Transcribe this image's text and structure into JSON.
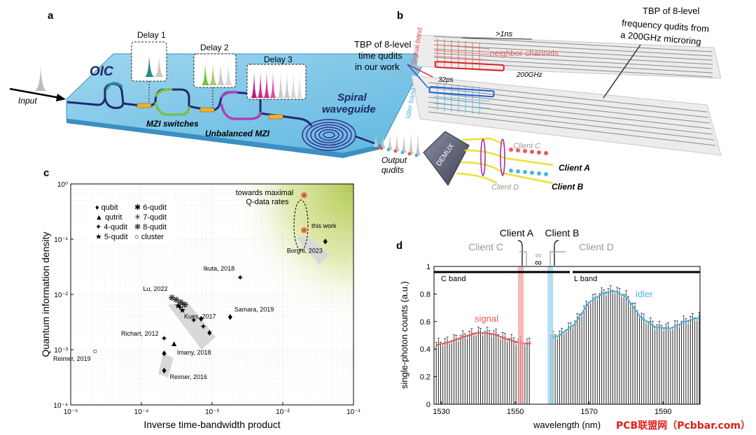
{
  "panel_a": {
    "letter": "a",
    "input_label": "Input",
    "chip_label": "OIC",
    "delay_labels": [
      "Delay 1",
      "Delay 2",
      "Delay 3"
    ],
    "mzi_switches": "MZI switches",
    "unbalanced_mzi": "Unbalanced MZI",
    "spiral_line1": "Spiral",
    "spiral_line2": "waveguide",
    "output_line1": "Output",
    "output_line2": "qudits",
    "demux": "DEMUX",
    "clients": [
      "Client C",
      "Client A",
      "Client B",
      "Client D"
    ]
  },
  "panel_b": {
    "letter": "b",
    "ours_line1": "TBP of 8-level",
    "ours_line2": "time qudits",
    "ours_line3": "in our work",
    "micro_line1": "TBP of 8-level",
    "micro_line2": "frequency qudits from",
    "micro_line3": "a 200GHz microring",
    "signal_band": "Signal band",
    "idler_band": "Idler band",
    "neighbor": "neighbor channels",
    "time_1ns": ">1ns",
    "freq_200": "200GHz",
    "time_32ps": "32ps"
  },
  "panel_c": {
    "letter": "c",
    "chart_data": {
      "type": "scatter",
      "xlabel": "Inverse time-bandwidth product",
      "ylabel": "Quantum information density",
      "xscale": "log",
      "yscale": "log",
      "xlim": [
        1e-05,
        0.1
      ],
      "ylim": [
        0.0001,
        1
      ],
      "x_ticks": [
        "10⁻⁵",
        "10⁻⁴",
        "10⁻³",
        "10⁻²",
        "10⁻¹"
      ],
      "y_ticks": [
        "10⁻⁴",
        "10⁻³",
        "10⁻²",
        "10⁻¹",
        "10⁰"
      ],
      "legend": [
        "qubit",
        "qutrit",
        "4-qudit",
        "5-qudit",
        "6-qudit",
        "7-qudit",
        "8-qudit",
        "cluster"
      ],
      "annotations": {
        "towards_line1": "towards maximal",
        "towards_line2": "Q-data rates",
        "this_work": "this work"
      },
      "series": [
        {
          "label": "Reimer, 2019",
          "marker": "cluster",
          "points": [
            [
              2.2e-05,
              0.00095
            ]
          ]
        },
        {
          "label": "Reimer, 2016",
          "marker": "qubit",
          "points": [
            [
              0.00021,
              0.00042
            ],
            [
              0.00021,
              0.00085
            ]
          ]
        },
        {
          "label": "Richart, 2012",
          "marker": "4-qudit",
          "points": [
            [
              0.00021,
              0.0016
            ]
          ]
        },
        {
          "label": "Imany, 2018",
          "marker": "qutrit",
          "points": [
            [
              0.00029,
              0.0013
            ]
          ]
        },
        {
          "label": "Lu, 2022",
          "marker": "8-qudit",
          "points": [
            [
              0.00027,
              0.0087
            ],
            [
              0.00031,
              0.0079
            ],
            [
              0.00036,
              0.0072
            ],
            [
              0.00041,
              0.0065
            ]
          ]
        },
        {
          "label": "",
          "marker": "5-qudit",
          "points": [
            [
              0.00033,
              0.0063
            ],
            [
              0.00038,
              0.0052
            ]
          ]
        },
        {
          "label": "Kues, 2017",
          "marker": "4-qudit",
          "points": [
            [
              0.00035,
              0.0058
            ],
            [
              0.00055,
              0.0034
            ],
            [
              0.00075,
              0.0026
            ]
          ]
        },
        {
          "label": "",
          "marker": "qubit",
          "points": [
            [
              0.0007,
              0.0036
            ],
            [
              0.00092,
              0.002
            ]
          ]
        },
        {
          "label": "Samara, 2019",
          "marker": "qubit",
          "points": [
            [
              0.0018,
              0.0039
            ]
          ]
        },
        {
          "label": "Ikuta, 2018",
          "marker": "4-qudit",
          "points": [
            [
              0.0025,
              0.02
            ]
          ]
        },
        {
          "label": "Borghi, 2023",
          "marker": "qubit",
          "points": [
            [
              0.04,
              0.09
            ]
          ]
        },
        {
          "label": "this work",
          "marker": "8-qudit",
          "points": [
            [
              0.02,
              0.62
            ],
            [
              0.02,
              0.145
            ]
          ]
        }
      ]
    }
  },
  "panel_d": {
    "letter": "d",
    "client_a": "Client A",
    "client_b": "Client B",
    "client_c": "Client C",
    "client_d": "Client D",
    "inf": "∞",
    "c_band": "C band",
    "l_band": "L band",
    "signal": "signal",
    "idler": "idler",
    "colors": {
      "signal": "#e85a5a",
      "idler": "#4fb3e0"
    },
    "chart_data": {
      "type": "bar",
      "xlabel": "wavelength (nm)",
      "ylabel": "single-photon counts (a.u.)",
      "xlim": [
        1528,
        1600
      ],
      "ylim": [
        0,
        1
      ],
      "x_ticks": [
        1530,
        1550,
        1570,
        1590
      ],
      "y_ticks": [
        0,
        0.2,
        0.4,
        0.6,
        0.8,
        1
      ],
      "signal_band": [
        1528.6,
        1554.3
      ],
      "idler_band": [
        1559.6,
        1600
      ],
      "signal_curve": [
        [
          1528.6,
          0.43
        ],
        [
          1532,
          0.45
        ],
        [
          1536,
          0.49
        ],
        [
          1540,
          0.52
        ],
        [
          1544,
          0.51
        ],
        [
          1548,
          0.47
        ],
        [
          1552,
          0.44
        ],
        [
          1554.3,
          0.44
        ]
      ],
      "idler_curve": [
        [
          1559.6,
          0.48
        ],
        [
          1562,
          0.5
        ],
        [
          1566,
          0.58
        ],
        [
          1570,
          0.74
        ],
        [
          1574,
          0.81
        ],
        [
          1577,
          0.82
        ],
        [
          1580,
          0.78
        ],
        [
          1584,
          0.63
        ],
        [
          1588,
          0.56
        ],
        [
          1592,
          0.55
        ],
        [
          1596,
          0.6
        ],
        [
          1600,
          0.63
        ]
      ],
      "client_channels": [
        1551.5,
        1559.5
      ]
    }
  },
  "watermark": "PCB联盟网（Pcbbar.com）"
}
